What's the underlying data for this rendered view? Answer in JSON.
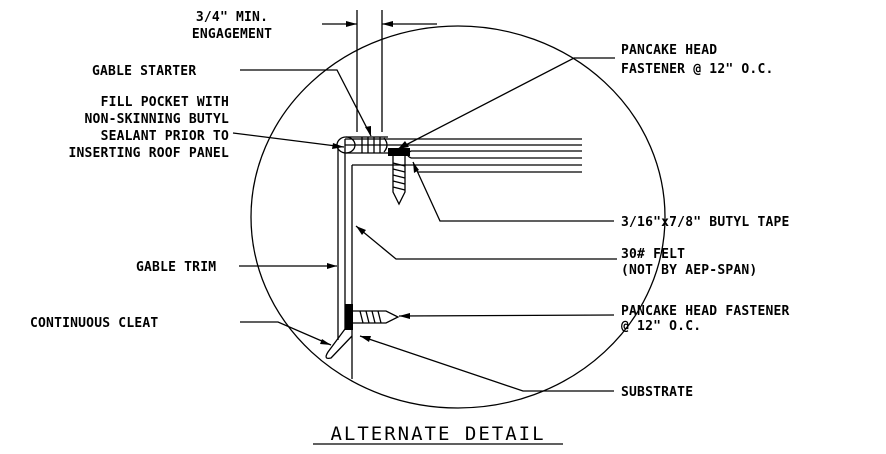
{
  "title": "ALTERNATE DETAIL",
  "callouts": {
    "engagement_line1": "3/4\" MIN.",
    "engagement_line2": "ENGAGEMENT",
    "gable_starter": "GABLE STARTER",
    "fill_pocket": [
      "FILL POCKET WITH",
      "NON-SKINNING BUTYL",
      "SEALANT PRIOR TO",
      "INSERTING ROOF PANEL"
    ],
    "pancake_top_line1": "PANCAKE HEAD",
    "pancake_top_line2": "FASTENER @ 12\" O.C.",
    "butyl_tape": "3/16\"x7/8\" BUTYL TAPE",
    "felt_line1": "30# FELT",
    "felt_line2": "(NOT BY AEP-SPAN)",
    "gable_trim": "GABLE TRIM",
    "continuous_cleat": "CONTINUOUS CLEAT",
    "pancake_bottom_line1": "PANCAKE HEAD FASTENER",
    "pancake_bottom_line2": "@ 12\" O.C.",
    "substrate": "SUBSTRATE"
  },
  "colors": {
    "ink": "#000000",
    "paper": "#ffffff"
  }
}
